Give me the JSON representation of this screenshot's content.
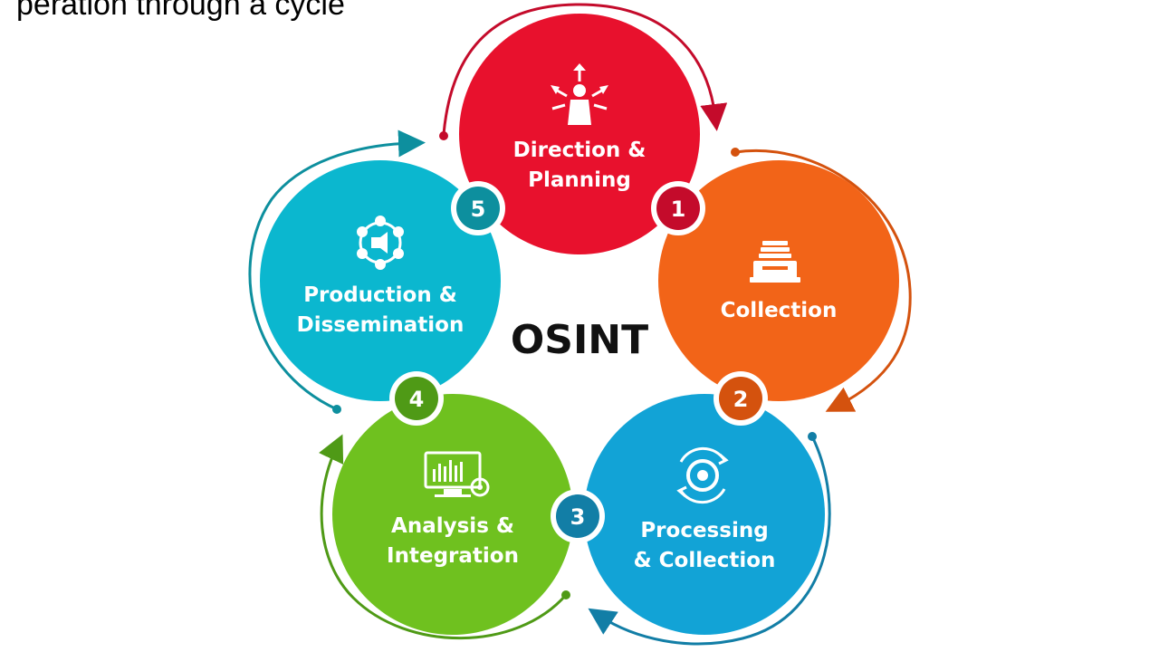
{
  "top_text": "peration through a cycle",
  "center_title": "OSINT",
  "stages": [
    {
      "number": "1",
      "line1": "Direction &",
      "line2": "Planning",
      "icon": "direction-arrows-icon",
      "color": "#e8112d"
    },
    {
      "number": "2",
      "line1": "Collection",
      "line2": "",
      "icon": "archive-tray-icon",
      "color": "#f26418"
    },
    {
      "number": "3",
      "line1": "Processing",
      "line2": "& Collection",
      "icon": "gear-cycle-icon",
      "color": "#12a3d6"
    },
    {
      "number": "4",
      "line1": "Analysis &",
      "line2": "Integration",
      "icon": "monitor-analytics-icon",
      "color": "#6fc11f"
    },
    {
      "number": "5",
      "line1": "Production &",
      "line2": "Dissemination",
      "icon": "network-broadcast-icon",
      "color": "#0bb7cf"
    }
  ],
  "colors": {
    "badge_1": "#c40b2b",
    "badge_2": "#d4520e",
    "badge_3": "#127ea6",
    "badge_4": "#4f9a16",
    "badge_5": "#0d8f9e"
  }
}
